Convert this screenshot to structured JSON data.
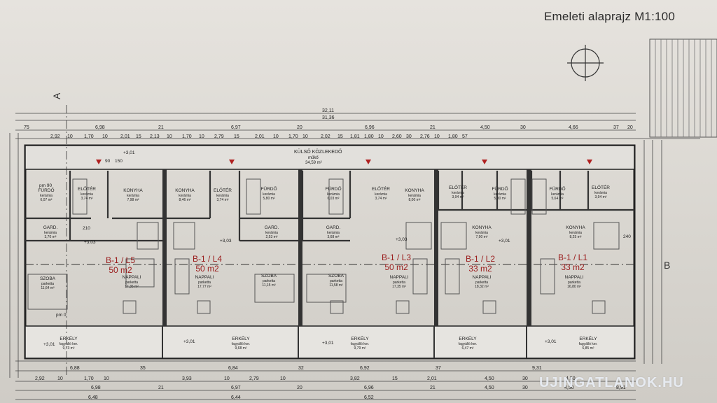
{
  "title": "Emeleti alaprajz M1:100",
  "watermark": "UJINGATLANOK.HU",
  "axis_labels": {
    "a": "A",
    "b": "B"
  },
  "corridor": {
    "label": "KÜLSŐ KÖZLEKEDŐ",
    "material": "műkő",
    "area": "34,59 m²"
  },
  "apartments": [
    {
      "id": "B-1 / L5",
      "area": "50 m2"
    },
    {
      "id": "B-1 / L4",
      "area": "50 m2"
    },
    {
      "id": "B-1 / L3",
      "area": "50 m2"
    },
    {
      "id": "B-1 / L2",
      "area": "33 m2"
    },
    {
      "id": "B-1 / L1",
      "area": "33 m2"
    }
  ],
  "rooms": [
    {
      "name": "FÜRDŐ",
      "mat": "kerámia",
      "area": "6,07 m²"
    },
    {
      "name": "ELŐTÉR",
      "mat": "kerámia",
      "area": "3,74 m²"
    },
    {
      "name": "KONYHA",
      "mat": "kerámia",
      "area": "7,98 m²"
    },
    {
      "name": "KONYHA",
      "mat": "kerámia",
      "area": "8,46 m²"
    },
    {
      "name": "ELŐTÉR",
      "mat": "kerámia",
      "area": "3,74 m²"
    },
    {
      "name": "FÜRDŐ",
      "mat": "kerámia",
      "area": "5,80 m²"
    },
    {
      "name": "FÜRDŐ",
      "mat": "kerámia",
      "area": "6,03 m²"
    },
    {
      "name": "ELŐTÉR",
      "mat": "kerámia",
      "area": "3,74 m²"
    },
    {
      "name": "KONYHA",
      "mat": "kerámia",
      "area": "8,00 m²"
    },
    {
      "name": "ELŐTÉR",
      "mat": "kerámia",
      "area": "3,94 m²"
    },
    {
      "name": "FÜRDŐ",
      "mat": "kerámia",
      "area": "5,30 m²"
    },
    {
      "name": "FÜRDŐ",
      "mat": "kerámia",
      "area": "5,64 m²"
    },
    {
      "name": "ELŐTÉR",
      "mat": "kerámia",
      "area": "3,94 m²"
    },
    {
      "name": "GARD.",
      "mat": "kerámia",
      "area": "3,70 m²"
    },
    {
      "name": "GARD.",
      "mat": "kerámia",
      "area": "2,53 m²"
    },
    {
      "name": "GARD.",
      "mat": "kerámia",
      "area": "3,68 m²"
    },
    {
      "name": "KONYHA",
      "mat": "kerámia",
      "area": "7,90 m²"
    },
    {
      "name": "KONYHA",
      "mat": "kerámia",
      "area": "8,25 m²"
    },
    {
      "name": "SZOBA",
      "mat": "parketta",
      "area": "11,64 m²"
    },
    {
      "name": "NAPPALI",
      "mat": "parketta",
      "area": "17,35 m²"
    },
    {
      "name": "NAPPALI",
      "mat": "parketta",
      "area": "17,77 m²"
    },
    {
      "name": "SZOBA",
      "mat": "parketta",
      "area": "11,15 m²"
    },
    {
      "name": "SZOBA",
      "mat": "parketta",
      "area": "11,58 m²"
    },
    {
      "name": "NAPPALI",
      "mat": "parketta",
      "area": "17,35 m²"
    },
    {
      "name": "NAPPALI",
      "mat": "parketta",
      "area": "18,32 m²"
    },
    {
      "name": "NAPPALI",
      "mat": "parketta",
      "area": "16,80 m²"
    },
    {
      "name": "ERKÉLY",
      "mat": "fagyálló ker.",
      "area": "9,73 m²"
    },
    {
      "name": "ERKÉLY",
      "mat": "fagyálló ker.",
      "area": "9,68 m²"
    },
    {
      "name": "ERKÉLY",
      "mat": "fagyálló ker.",
      "area": "9,79 m²"
    },
    {
      "name": "ERKÉLY",
      "mat": "fagyálló ker.",
      "area": "6,47 m²"
    },
    {
      "name": "ERKÉLY",
      "mat": "fagyálló ker.",
      "area": "6,85 m²"
    }
  ],
  "dims_top_total": [
    "32,11",
    "31,36"
  ],
  "dims_top_row1": [
    "75",
    "6,98",
    "21",
    "6,97",
    "20",
    "6,96",
    "21",
    "4,50",
    "30",
    "4,66",
    "37",
    "20"
  ],
  "dims_top_row2": [
    "2,92",
    "10",
    "1,70",
    "10",
    "2,01",
    "15",
    "2,13",
    "10",
    "1,70",
    "10",
    "2,79",
    "15",
    "2,01",
    "10",
    "1,70",
    "10",
    "2,02",
    "15",
    "1,81",
    "1,80",
    "10",
    "2,60",
    "30",
    "2,76",
    "10",
    "1,80",
    "57"
  ],
  "dims_bottom_row1": [
    "6,88",
    "35",
    "6,84",
    "32",
    "6,92",
    "37",
    "9,31"
  ],
  "dims_bottom_row2": [
    "2,92",
    "10",
    "1,70",
    "10",
    "3,93",
    "10",
    "2,79",
    "10",
    "3,82",
    "15",
    "2,01",
    "4,50",
    "30",
    "4,50"
  ],
  "dims_bottom_row3": [
    "6,98",
    "21",
    "6,97",
    "20",
    "6,96",
    "21",
    "4,50",
    "30",
    "4,50",
    "8,91"
  ],
  "dims_bottom_row4": [
    "6,48",
    "6,44",
    "6,52"
  ],
  "levels": [
    "+3,01",
    "+3,03",
    "+3,03",
    "+3,03",
    "+3,01",
    "+3,01",
    "+3,01",
    "+3,01",
    "+3,01"
  ],
  "labels_misc": [
    "pm 90",
    "pm 0",
    "240",
    "210",
    "90",
    "150"
  ]
}
